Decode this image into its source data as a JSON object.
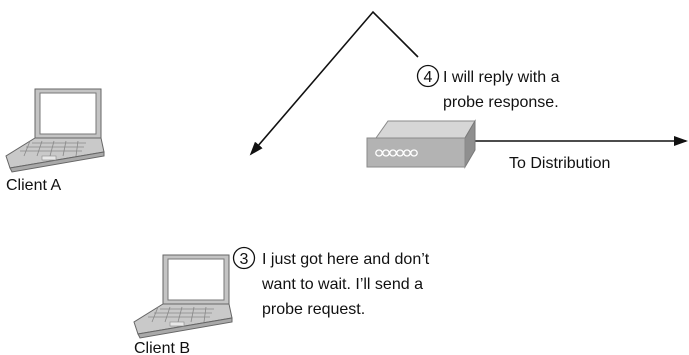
{
  "clients": [
    {
      "label": "Client A"
    },
    {
      "label": "Client B"
    }
  ],
  "access_point": {
    "distribution_label": "To Distribution"
  },
  "steps": [
    {
      "number": "4",
      "lines": [
        "I will reply with a",
        "probe response."
      ]
    },
    {
      "number": "3",
      "lines": [
        "I just got here and don’t",
        "want to wait. I’ll send a",
        "probe request."
      ]
    }
  ],
  "colors": {
    "line": "#111111",
    "ap_light": "#d3d3d3",
    "ap_mid": "#b3b3b3",
    "ap_dark": "#8a8a8a",
    "laptop_screen": "#ffffff",
    "laptop_body": "#c9c9c9"
  }
}
